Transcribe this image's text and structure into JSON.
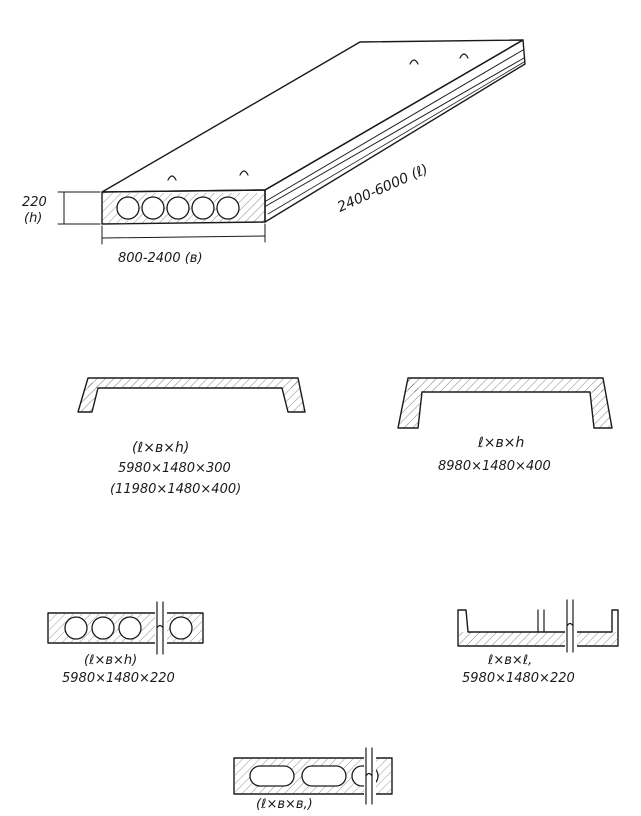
{
  "main_slab": {
    "height_label": "220",
    "height_symbol": "(h)",
    "length_label": "2400-6000 (ℓ)",
    "width_label": "800-2400 (в)"
  },
  "ribbed_panel_left": {
    "formula": "(ℓ×в×h)",
    "dimensions_1": "5980×1480×300",
    "dimensions_2": "(11980×1480×400)"
  },
  "ribbed_panel_right": {
    "formula": "ℓ×в×h",
    "dimensions": "8980×1480×400"
  },
  "round_hollow_slab": {
    "formula": "(ℓ×в×h)",
    "dimensions": "5980×1480×220"
  },
  "channel_panel": {
    "formula": "ℓ×в×ℓ,",
    "dimensions": "5980×1480×220"
  },
  "oval_hollow_slab": {
    "formula": "(ℓ×в×в,)"
  }
}
